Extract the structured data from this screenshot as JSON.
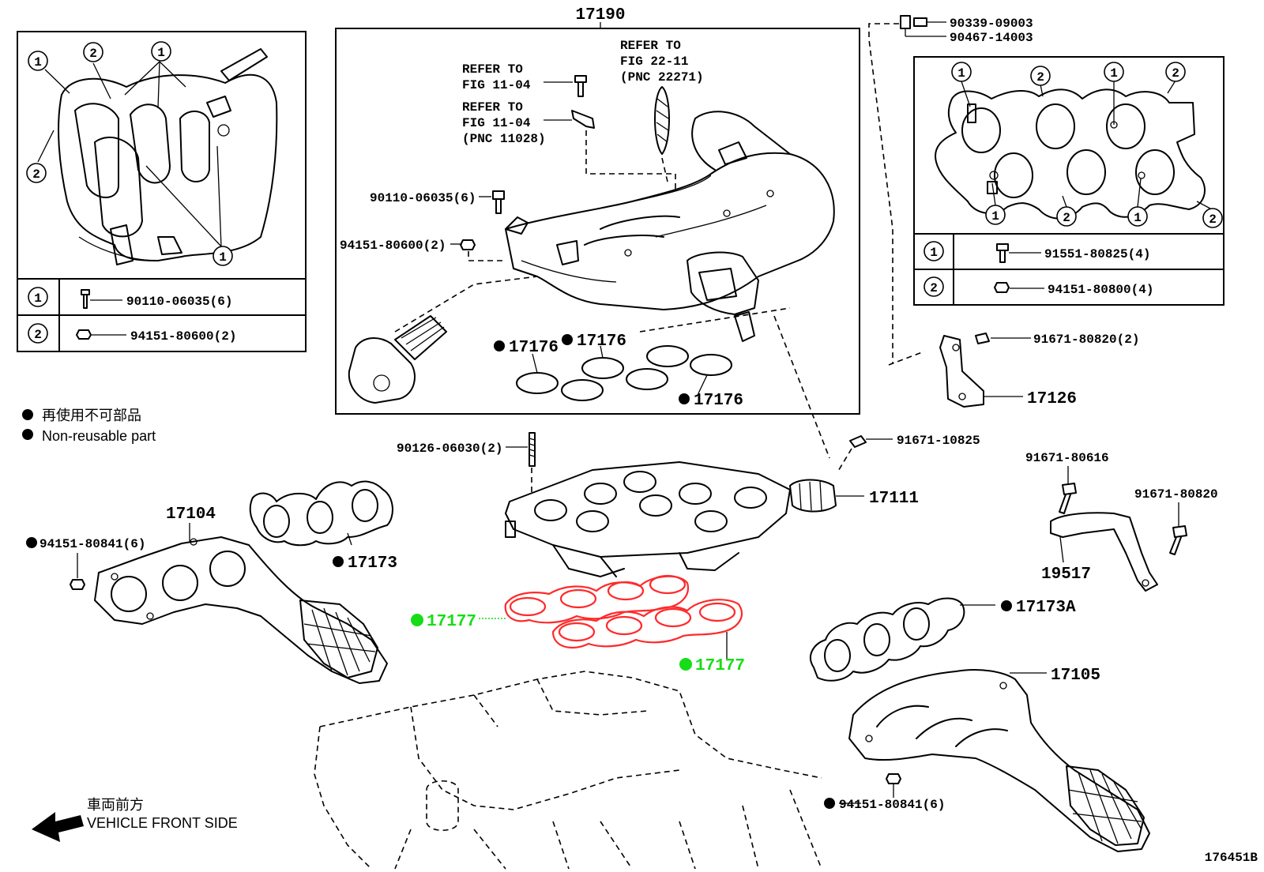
{
  "colors": {
    "highlight_gasket": "#ff2a2a",
    "highlight_label": "#16dd16",
    "ink": "#000000"
  },
  "main_assembly": {
    "part_number": "17190",
    "refer_a": {
      "line1": "REFER TO",
      "line2": "FIG 11-04"
    },
    "refer_b": {
      "line1": "REFER TO",
      "line2": "FIG 11-04",
      "line3": "(PNC 11028)"
    },
    "refer_c": {
      "line1": "REFER TO",
      "line2": "FIG 22-11",
      "line3": "(PNC 22271)"
    },
    "bolt": "90110-06035(6)",
    "nut": "94151-80600(2)",
    "gasket_labels": [
      "17176",
      "17176",
      "17176"
    ]
  },
  "left_inset": {
    "callout_1": "1",
    "callout_2": "2",
    "legend": [
      {
        "index": "1",
        "part": "90110-06035(6)"
      },
      {
        "index": "2",
        "part": "94151-80600(2)"
      }
    ]
  },
  "right_inset": {
    "callout_1": "1",
    "callout_2": "2",
    "legend": [
      {
        "index": "1",
        "part": "91551-80825(4)"
      },
      {
        "index": "2",
        "part": "94151-80800(4)"
      }
    ]
  },
  "top_right_parts": [
    "90339-09003",
    "90467-14003"
  ],
  "legend_notes": {
    "japanese": "再使用不可部品",
    "english": "Non-reusable part"
  },
  "parts": {
    "stud": "90126-06030(2)",
    "bolt_10825": "91671-10825",
    "lower_manifold": "17111",
    "bracket_17126": "17126",
    "bolt_80820_2": "91671-80820(2)",
    "bolt_80616": "91671-80616",
    "bolt_80820": "91671-80820",
    "bracket_19517": "19517",
    "exhaust_left": "17104",
    "nut_left": "94151-80841(6)",
    "gasket_17173": "17173",
    "gasket_17173a": "17173A",
    "exhaust_right": "17105",
    "nut_right": "94151-80841(6)",
    "gasket_17177_a": "17177",
    "gasket_17177_b": "17177"
  },
  "vehicle_front": {
    "japanese": "車両前方",
    "english": "VEHICLE FRONT SIDE"
  },
  "figure_code": "176451B"
}
